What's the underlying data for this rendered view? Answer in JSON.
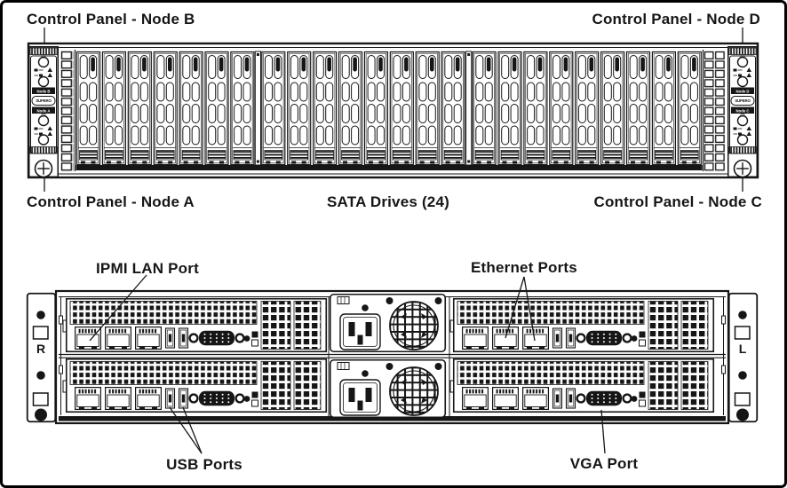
{
  "diagram": {
    "title_hint": "Server chassis front and rear views",
    "front_view": {
      "labels": {
        "top_left": "Control Panel - Node B",
        "top_right": "Control Panel - Node D",
        "bottom_left": "Control Panel - Node A",
        "bottom_center": "SATA Drives (24)",
        "bottom_right": "Control Panel - Node C"
      },
      "drive_count": 24,
      "left_panel": {
        "top_badge": "Node B",
        "brand": "SUPERO",
        "bottom_badge": "Node A"
      },
      "right_panel": {
        "top_badge": "Node D",
        "brand": "SUPERO",
        "bottom_badge": "Node C"
      }
    },
    "rear_view": {
      "labels": {
        "top_left": "IPMI LAN Port",
        "top_right": "Ethernet Ports",
        "bottom_left": "USB Ports",
        "bottom_right": "VGA Port"
      },
      "left_ear_letter": "R",
      "right_ear_letter": "L"
    },
    "colors": {
      "ink": "#161616",
      "background": "#ffffff"
    }
  }
}
